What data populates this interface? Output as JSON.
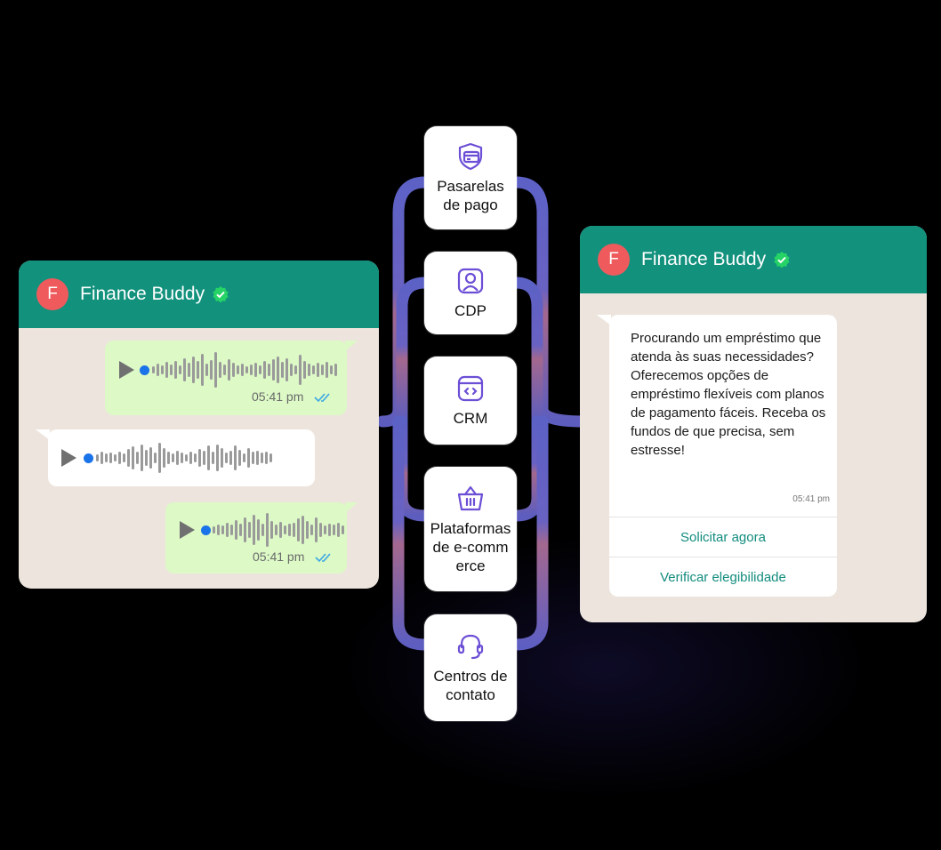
{
  "left_chat": {
    "avatar_initial": "F",
    "name": "Finance Buddy",
    "messages": [
      {
        "direction": "outgoing",
        "time": "05:41 pm"
      },
      {
        "direction": "incoming"
      },
      {
        "direction": "outgoing",
        "time": "05:41 pm"
      }
    ]
  },
  "integrations": [
    {
      "label": "Pasarelas de pago",
      "icon": "card-shield-icon"
    },
    {
      "label": "CDP",
      "icon": "user-profile-icon"
    },
    {
      "label": "CRM",
      "icon": "code-window-icon"
    },
    {
      "label": "Plataformas de e-commerce",
      "icon": "shopping-basket-icon"
    },
    {
      "label": "Centros de contato",
      "icon": "headset-icon"
    }
  ],
  "right_chat": {
    "avatar_initial": "F",
    "name": "Finance Buddy",
    "message": "Procurando um empréstimo que atenda às suas necessidades? Oferecemos opções de empréstimo flexíveis com planos de pagamento fáceis. Receba os fundos de que precisa, sem estresse!",
    "time": "05:41 pm",
    "buttons": [
      "Solicitar agora",
      "Verificar elegibilidade"
    ]
  },
  "colors": {
    "header": "#12917d",
    "chat_bg": "#ede5dd",
    "outgoing_bubble": "#dcf9c6",
    "avatar": "#ef5a5d",
    "verified": "#25d366",
    "icon": "#6c4fd6",
    "button_text": "#128c7e"
  }
}
